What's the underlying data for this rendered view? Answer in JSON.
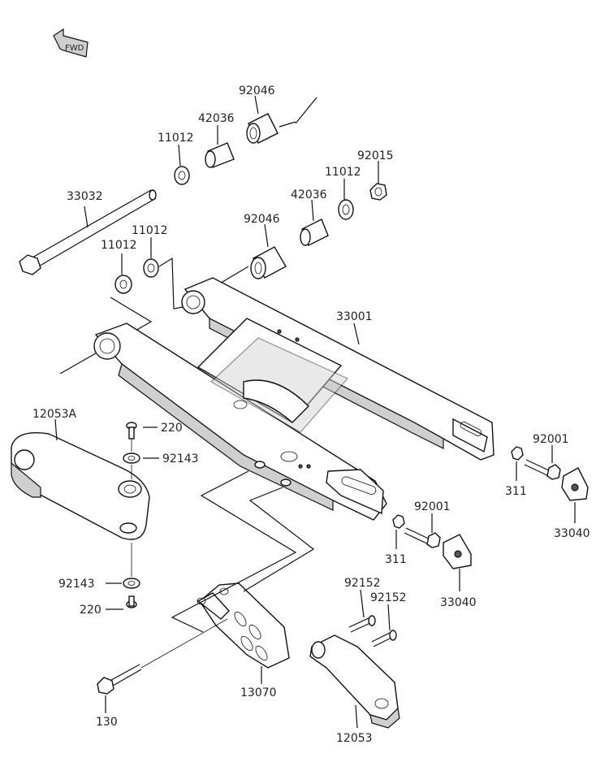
{
  "fwd_label": "FWD",
  "labels": {
    "p92046_top": "92046",
    "p42036_top": "42036",
    "p11012_top": "11012",
    "p92015": "92015",
    "p11012_mid": "11012",
    "p33032": "33032",
    "p42036_mid": "42036",
    "p92046_mid": "92046",
    "p11012_left_a": "11012",
    "p11012_left_b": "11012",
    "p33001": "33001",
    "p12053A": "12053A",
    "p220_top": "220",
    "p92143_top": "92143",
    "p92001_right": "92001",
    "p311_right": "311",
    "p33040_right": "33040",
    "p92001_mid": "92001",
    "p311_mid": "311",
    "p33040_mid": "33040",
    "p92152_a": "92152",
    "p92152_b": "92152",
    "p92143_bottom": "92143",
    "p220_bottom": "220",
    "p13070": "13070",
    "p130": "130",
    "p12053": "12053"
  }
}
